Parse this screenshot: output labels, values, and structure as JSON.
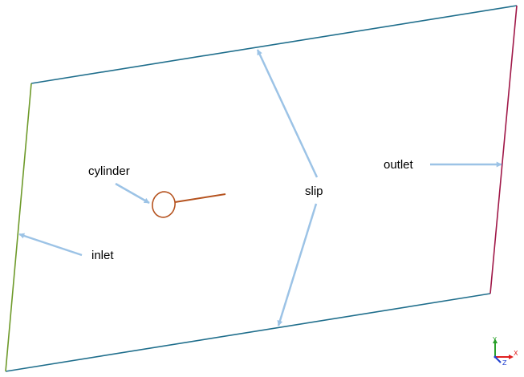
{
  "labels": {
    "cylinder": "cylinder",
    "slip": "slip",
    "outlet": "outlet",
    "inlet": "inlet"
  },
  "triad": {
    "x": "X",
    "y": "Y",
    "z": "Z"
  },
  "colors": {
    "inlet_edge": "#6e9a2a",
    "slip_edge": "#1f6e8c",
    "outlet_edge": "#a01848",
    "cylinder": "#b5521e",
    "arrow": "#9cc3e6",
    "axis_x": "#e02020",
    "axis_y": "#2aa02a",
    "axis_z": "#2040d0"
  }
}
